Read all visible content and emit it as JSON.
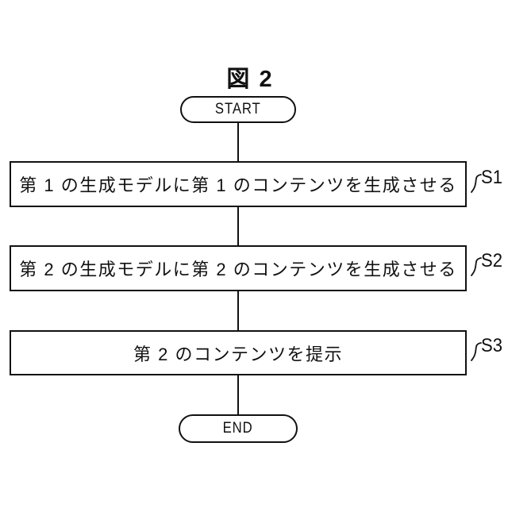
{
  "figure_title": "図 2",
  "flowchart": {
    "start_label": "START",
    "end_label": "END",
    "steps": [
      {
        "id": "S1",
        "text": "第 1 の生成モデルに第 1 のコンテンツを生成させる"
      },
      {
        "id": "S2",
        "text": "第 2 の生成モデルに第 2 のコンテンツを生成させる"
      },
      {
        "id": "S3",
        "text": "第 2 のコンテンツを提示"
      }
    ],
    "colors": {
      "stroke": "#111111",
      "background": "#ffffff",
      "text": "#111111"
    }
  }
}
